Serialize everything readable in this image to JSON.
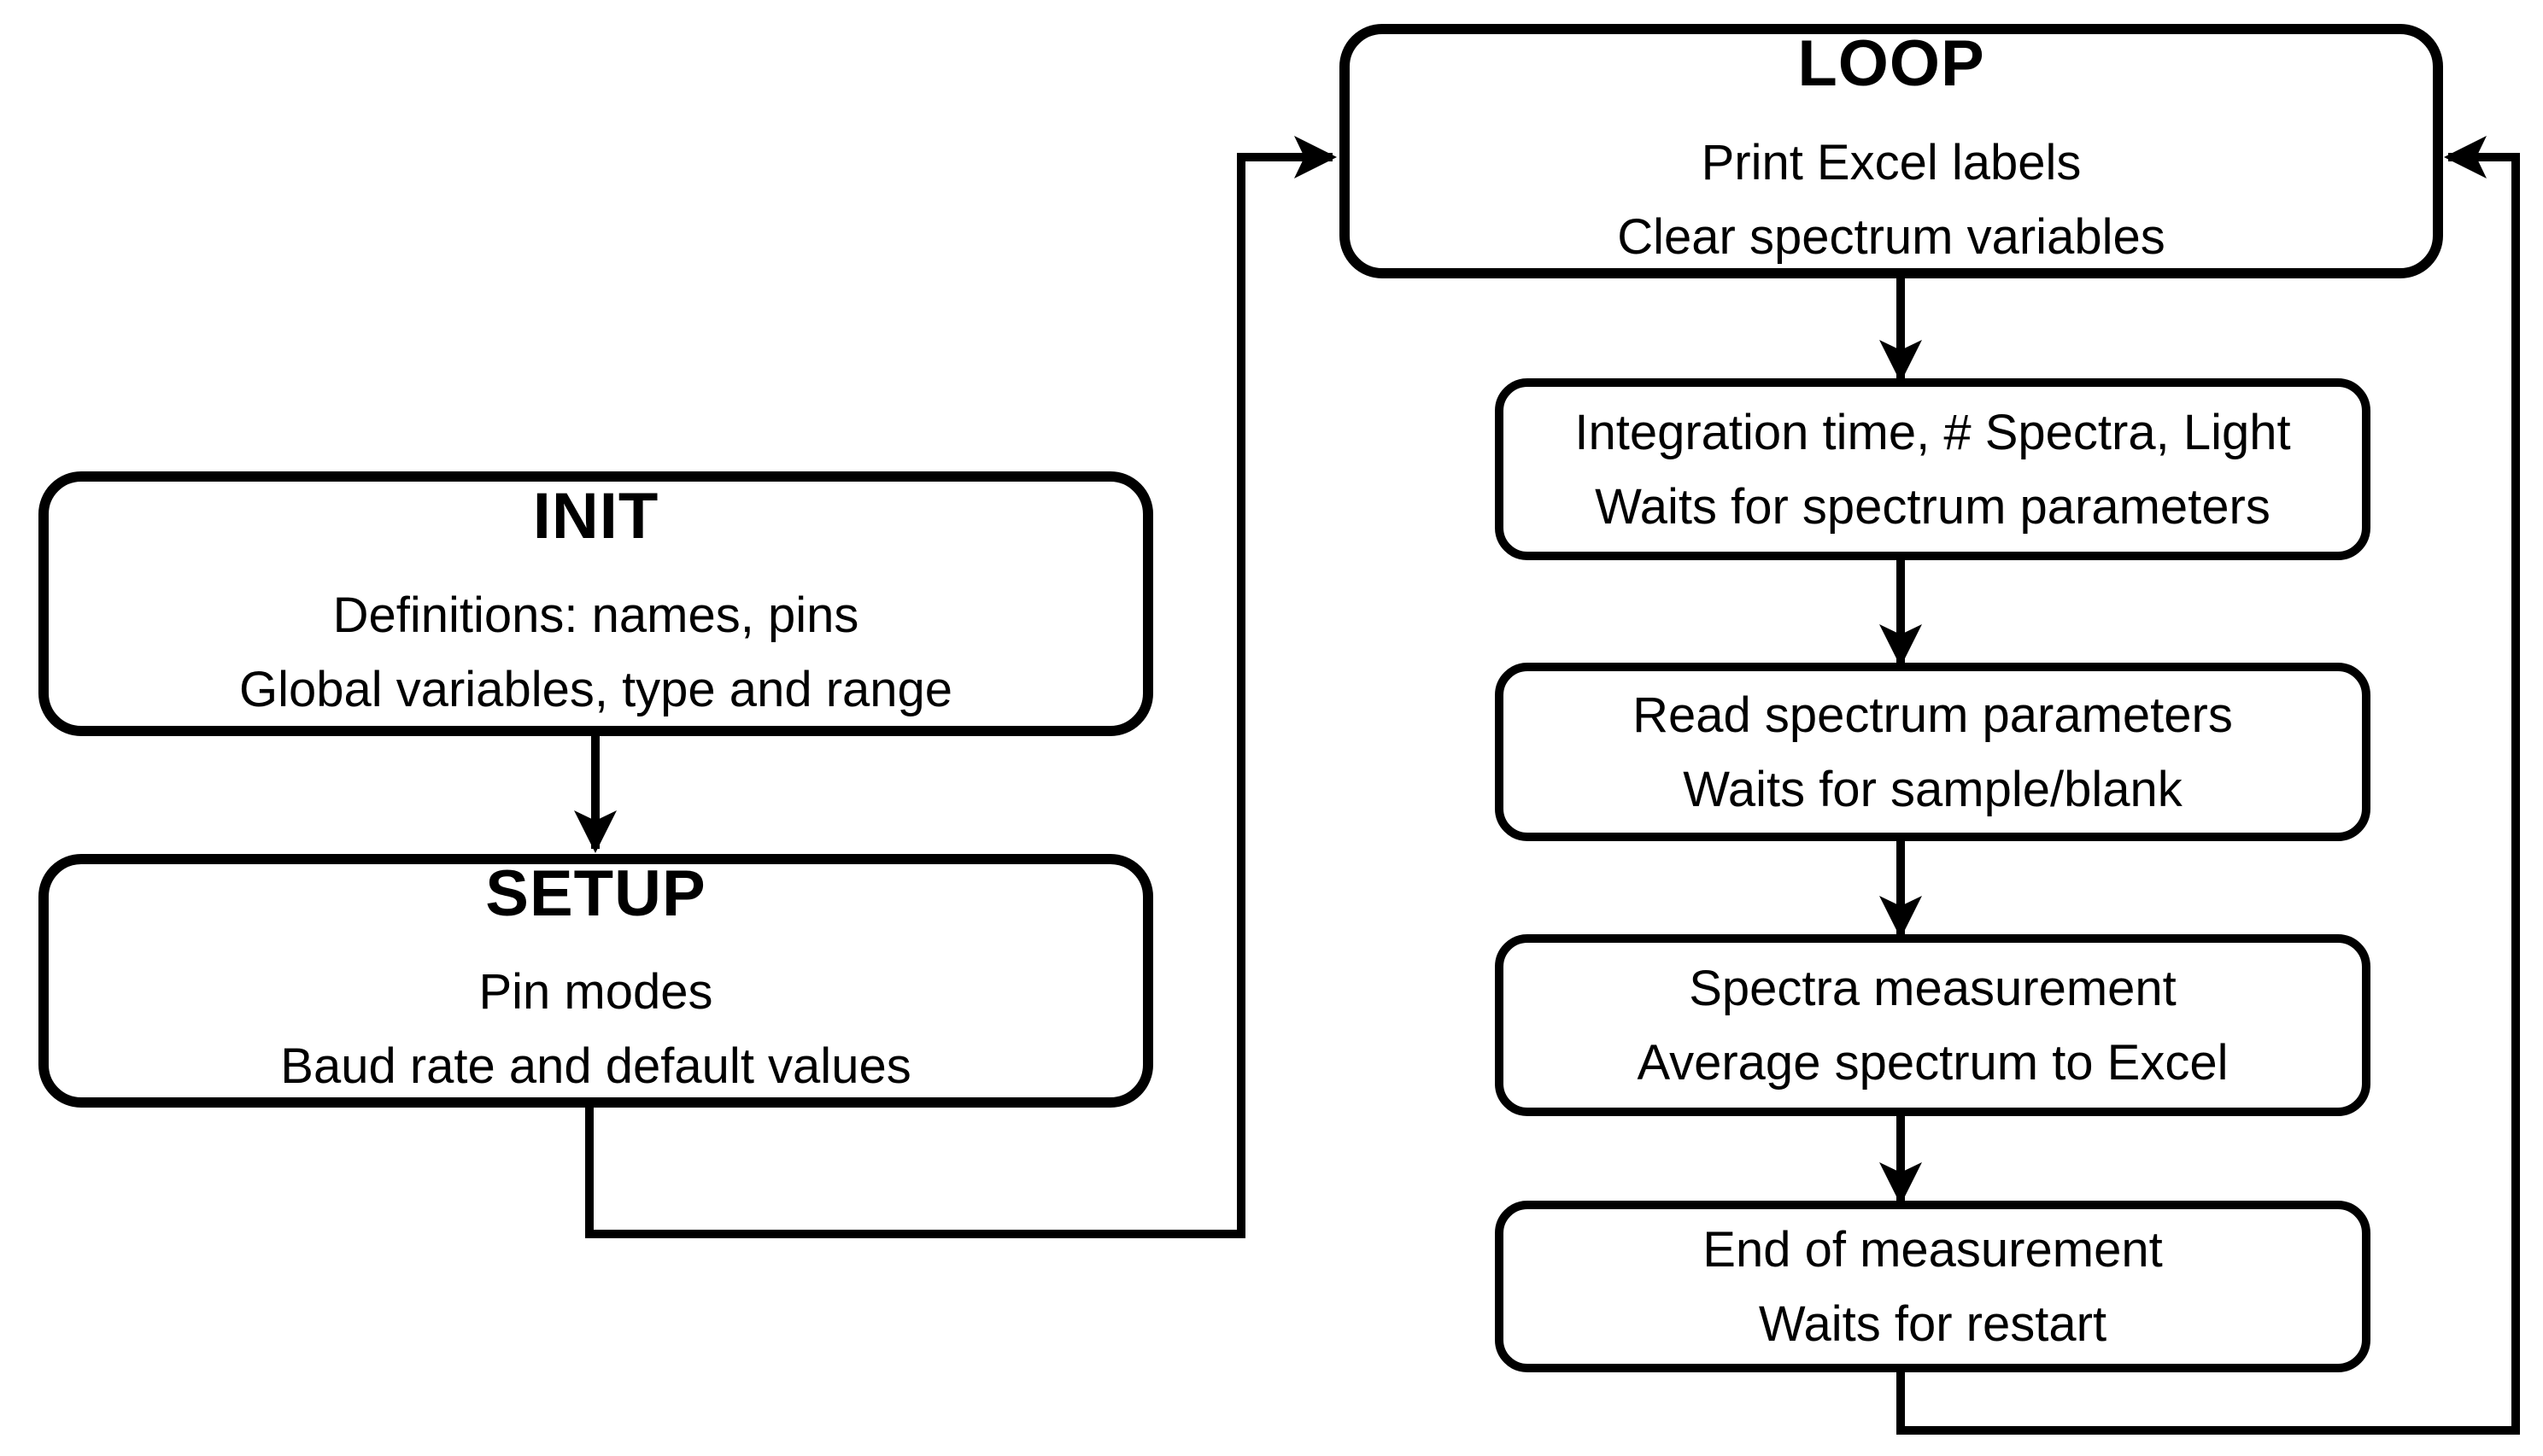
{
  "diagram": {
    "type": "flowchart",
    "background": "#ffffff",
    "line_color": "#000000",
    "box_fill": "#ffffff",
    "text_color": "#000000",
    "boxes": [
      {
        "id": "init",
        "title": "INIT",
        "lines": [
          "Definitions: names, pins",
          "Global variables, type and range"
        ]
      },
      {
        "id": "setup",
        "title": "SETUP",
        "lines": [
          "Pin modes",
          "Baud rate and default values"
        ]
      },
      {
        "id": "loop",
        "title": "LOOP",
        "lines": [
          "Print Excel labels",
          "Clear spectrum variables"
        ]
      },
      {
        "id": "integration",
        "title": "",
        "lines": [
          "Integration time, # Spectra, Light",
          "Waits for spectrum parameters"
        ]
      },
      {
        "id": "read",
        "title": "",
        "lines": [
          "Read spectrum parameters",
          "Waits for sample/blank"
        ]
      },
      {
        "id": "spectra",
        "title": "",
        "lines": [
          "Spectra measurement",
          "Average spectrum to Excel"
        ]
      },
      {
        "id": "end",
        "title": "",
        "lines": [
          "End of measurement",
          "Waits for restart"
        ]
      }
    ],
    "connections": [
      {
        "from": "init",
        "to": "setup",
        "style": "straight-arrow-down"
      },
      {
        "from": "setup",
        "to": "loop",
        "style": "elbow-arrow-right-into-left-edge"
      },
      {
        "from": "loop",
        "to": "integration",
        "style": "straight-arrow-down"
      },
      {
        "from": "integration",
        "to": "read",
        "style": "straight-arrow-down"
      },
      {
        "from": "read",
        "to": "spectra",
        "style": "straight-arrow-down"
      },
      {
        "from": "spectra",
        "to": "end",
        "style": "straight-arrow-down"
      },
      {
        "from": "end",
        "to": "loop",
        "style": "feedback-elbow-arrow-into-right-edge"
      }
    ]
  }
}
